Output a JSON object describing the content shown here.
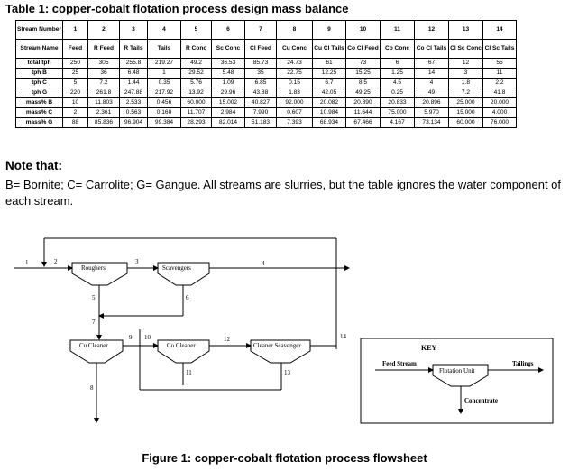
{
  "table_title": "Table 1: copper-cobalt flotation process design mass balance",
  "table": {
    "row1_label": "Stream Number",
    "row2_label": "Stream Name",
    "stream_numbers": [
      "1",
      "2",
      "3",
      "4",
      "5",
      "6",
      "7",
      "8",
      "9",
      "10",
      "11",
      "12",
      "13",
      "14"
    ],
    "stream_names": [
      "Feed",
      "R Feed",
      "R Tails",
      "Tails",
      "R Conc",
      "Sc Conc",
      "Cl Feed",
      "Cu Conc",
      "Cu Cl Tails",
      "Co Cl Feed",
      "Co Conc",
      "Co Cl Tails",
      "Cl Sc Conc",
      "Cl Sc Tails"
    ],
    "rows": [
      {
        "label": "total tph",
        "values": [
          "250",
          "305",
          "255.8",
          "219.27",
          "49.2",
          "36.53",
          "85.73",
          "24.73",
          "61",
          "73",
          "6",
          "67",
          "12",
          "55"
        ]
      },
      {
        "label": "tph B",
        "values": [
          "25",
          "36",
          "6.48",
          "1",
          "29.52",
          "5.48",
          "35",
          "22.75",
          "12.25",
          "15.25",
          "1.25",
          "14",
          "3",
          "11"
        ]
      },
      {
        "label": "tph C",
        "values": [
          "5",
          "7.2",
          "1.44",
          "0.35",
          "5.76",
          "1.09",
          "6.85",
          "0.15",
          "6.7",
          "8.5",
          "4.5",
          "4",
          "1.8",
          "2.2"
        ]
      },
      {
        "label": "tph G",
        "values": [
          "220",
          "261.8",
          "247.88",
          "217.92",
          "13.92",
          "29.96",
          "43.88",
          "1.83",
          "42.05",
          "49.25",
          "0.25",
          "49",
          "7.2",
          "41.8"
        ]
      },
      {
        "label": "mass% B",
        "values": [
          "10",
          "11.803",
          "2.533",
          "0.456",
          "60.000",
          "15.002",
          "40.827",
          "92.000",
          "20.082",
          "20.890",
          "20.833",
          "20.896",
          "25.000",
          "20.000"
        ]
      },
      {
        "label": "mass% C",
        "values": [
          "2",
          "2.361",
          "0.563",
          "0.160",
          "11.707",
          "2.984",
          "7.990",
          "0.607",
          "10.984",
          "11.644",
          "75.000",
          "5.970",
          "15.000",
          "4.000"
        ]
      },
      {
        "label": "mass% G",
        "values": [
          "88",
          "85.836",
          "96.904",
          "99.384",
          "28.293",
          "82.014",
          "51.183",
          "7.393",
          "68.934",
          "67.466",
          "4.167",
          "73.134",
          "60.000",
          "76.000"
        ]
      }
    ]
  },
  "note_heading": "Note that:",
  "note_body": "B= Bornite; C= Carrolite; G= Gangue. All streams are slurries, but the table ignores the water component of each stream.",
  "flowsheet": {
    "units": {
      "roughers": "Roughers",
      "scavengers": "Scavengers",
      "cu_cleaner": "Cu Cleaner",
      "co_cleaner": "Co Cleaner",
      "cleaner_scavenger": "Cleaner Scavenger"
    },
    "stream_labels": [
      "1",
      "2",
      "3",
      "4",
      "5",
      "6",
      "7",
      "8",
      "9",
      "10",
      "11",
      "12",
      "13",
      "14"
    ],
    "key": {
      "title": "KEY",
      "feed_stream": "Feed Stream",
      "tailings": "Tailings",
      "unit": "Flotation Unit",
      "concentrate": "Concentrate"
    }
  },
  "figure_caption": "Figure 1: copper-cobalt flotation process flowsheet"
}
